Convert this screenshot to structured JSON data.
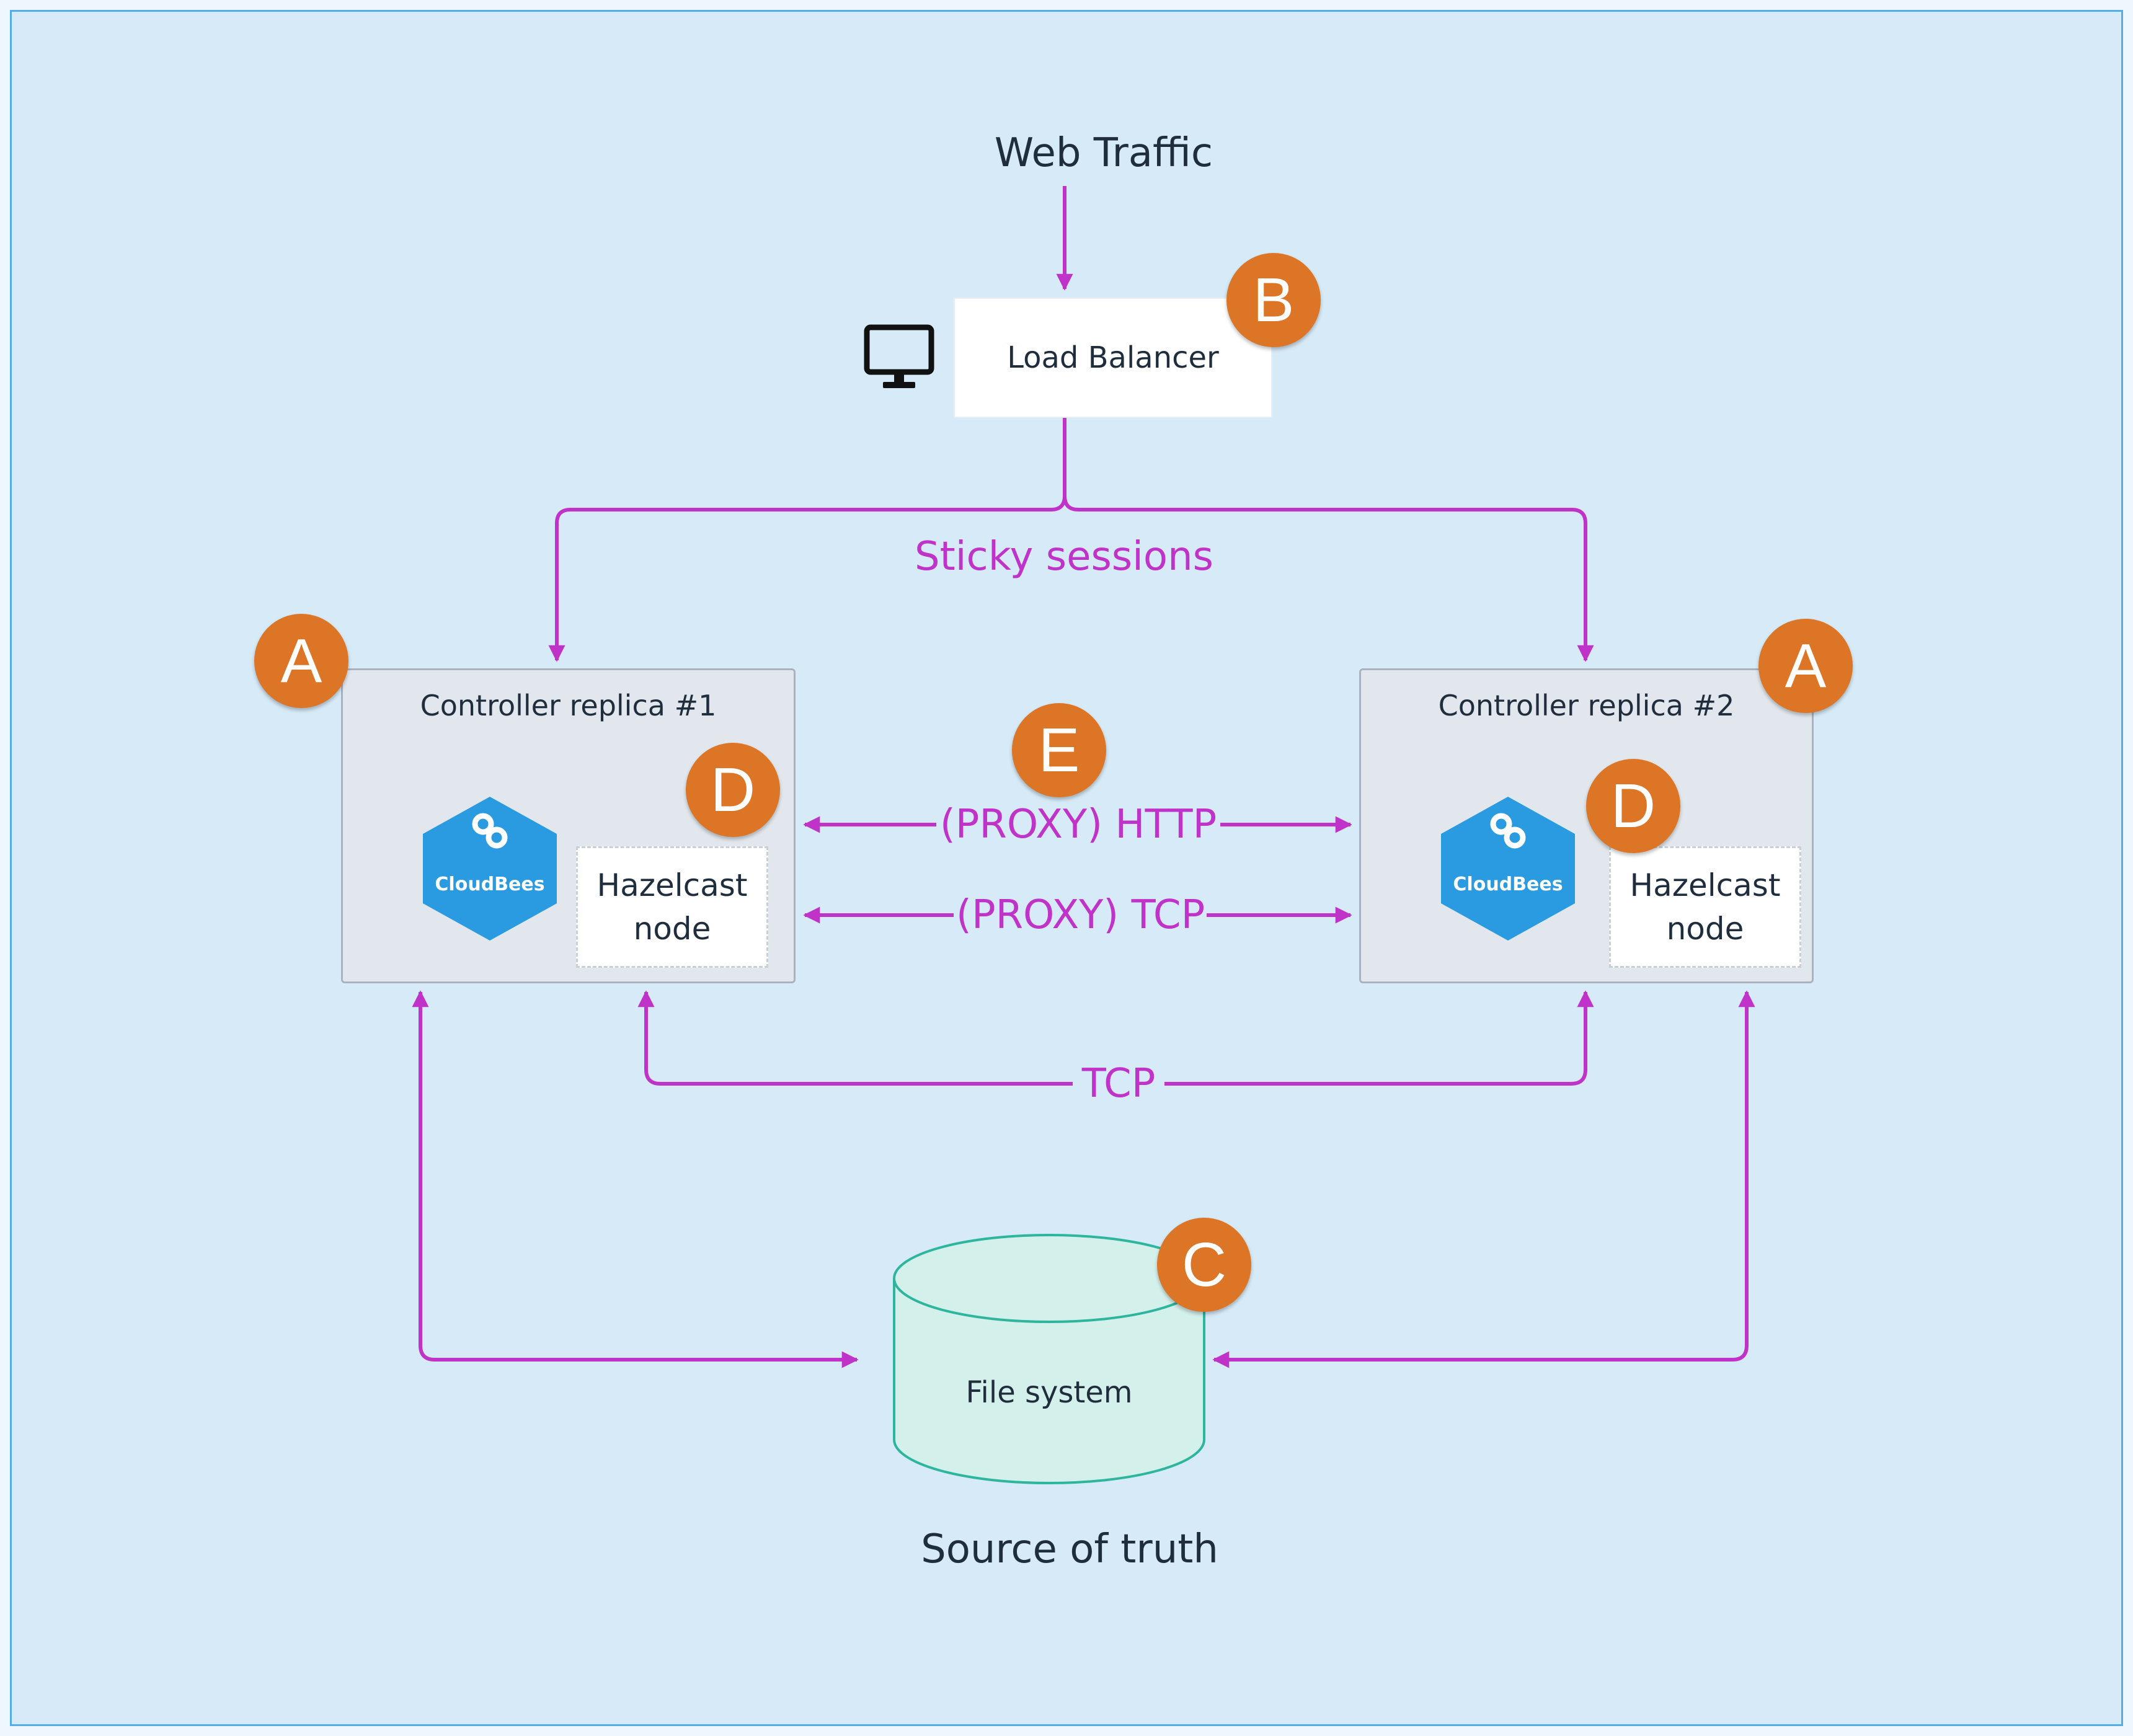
{
  "web_traffic": "Web Traffic",
  "load_balancer": {
    "label": "Load Balancer",
    "badge": "B"
  },
  "sticky_sessions": "Sticky sessions",
  "replica1": {
    "title": "Controller replica #1",
    "badge": "A",
    "cloudbees": "CloudBees",
    "hazelcast_line1": "Hazelcast",
    "hazelcast_line2": "node",
    "hazelcast_badge": "D"
  },
  "replica2": {
    "title": "Controller replica #2",
    "badge": "A",
    "cloudbees": "CloudBees",
    "hazelcast_line1": "Hazelcast",
    "hazelcast_line2": "node",
    "hazelcast_badge": "D"
  },
  "proxy_badge": "E",
  "proxy_http": "(PROXY) HTTP",
  "proxy_tcp": "(PROXY) TCP",
  "tcp": "TCP",
  "file_system": {
    "label": "File system",
    "badge": "C"
  },
  "source_of_truth": "Source of truth",
  "colors": {
    "background": "#d6eaf7",
    "arrow": "#c033c9",
    "badge": "#dd7526",
    "cloudbees": "#2a9be0",
    "cylinder_fill": "#d4f0eb",
    "cylinder_stroke": "#2db59e"
  },
  "icons": {
    "monitor": "monitor-icon",
    "cloudbees": "cloudbees-logo-icon"
  }
}
